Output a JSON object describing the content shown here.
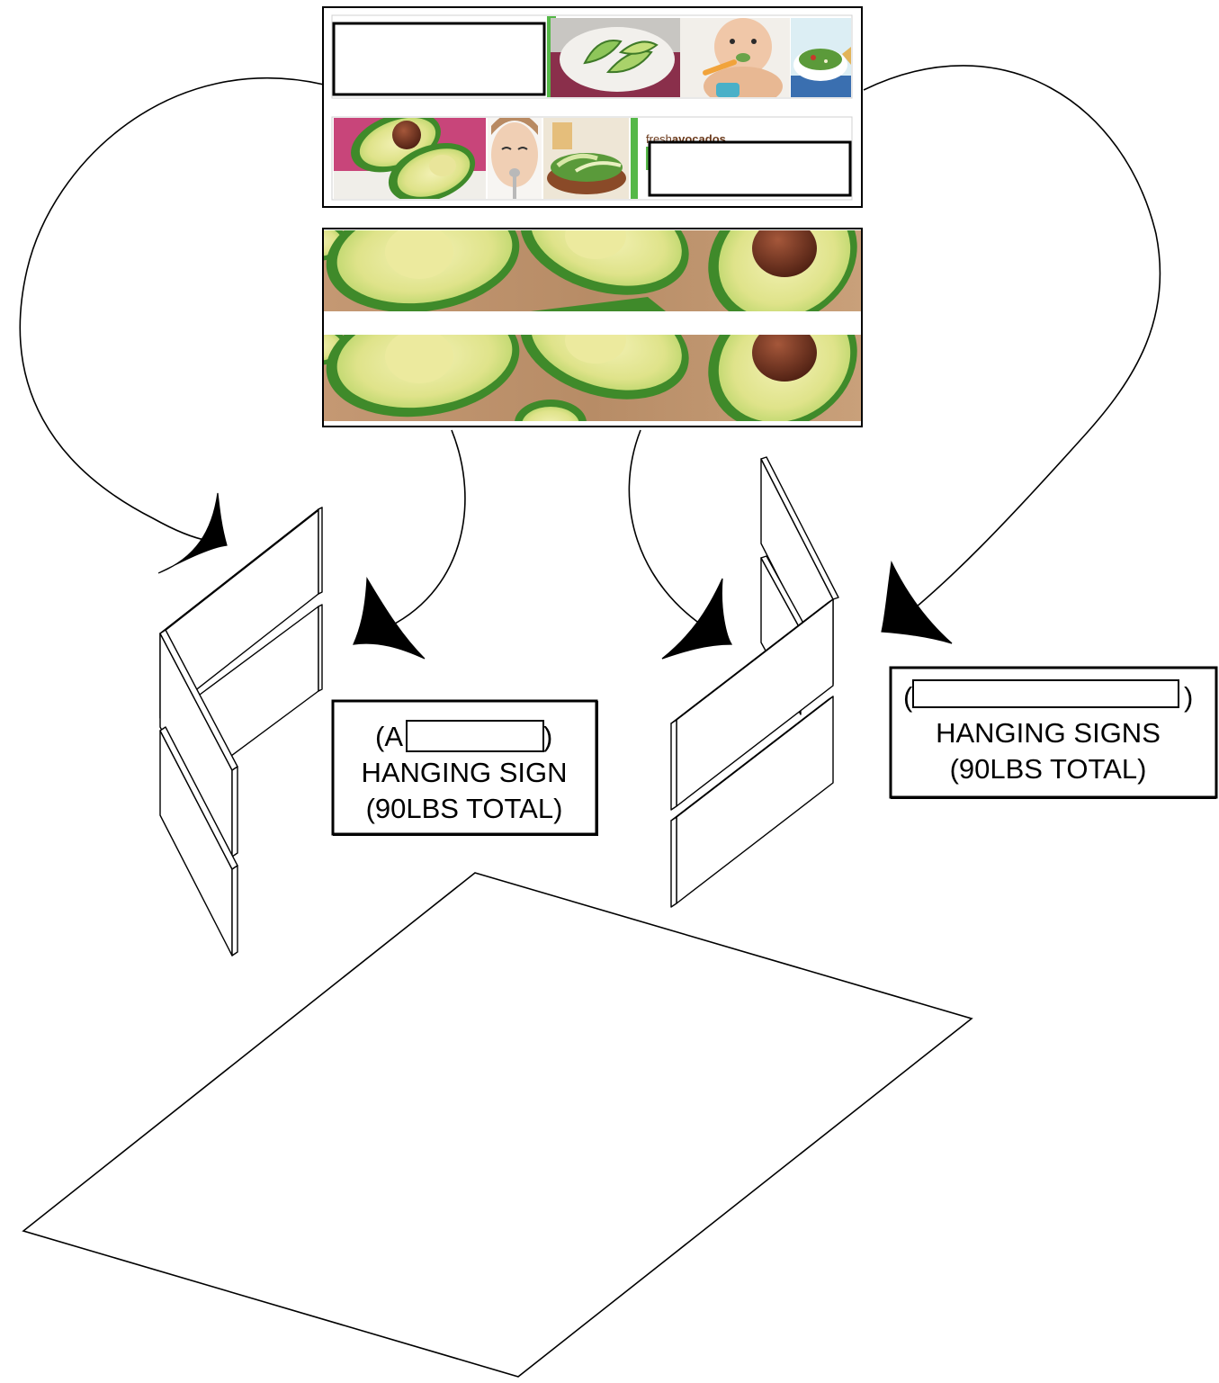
{
  "top_sign_art": {
    "brand_prefix": "fresh",
    "brand_name": "avocados",
    "colors": {
      "accent_green": "#55b848",
      "brand_brown": "#6b3a1c",
      "avocado_skin": "#3f8a2a",
      "avocado_flesh": "#e6e79a",
      "pink_background": "#c8457a",
      "wood": "#b98a66"
    }
  },
  "callout_left": {
    "line1_prefix": "(A",
    "line1_suffix": ")",
    "line2": "HANGING SIGN",
    "line3": "(90LBS TOTAL)"
  },
  "callout_right": {
    "line1_prefix": "(",
    "line1_suffix": ")",
    "line2": "HANGING SIGNS",
    "line3": "(90LBS TOTAL)"
  },
  "icons": {
    "arrowhead": "arrowhead-icon"
  }
}
